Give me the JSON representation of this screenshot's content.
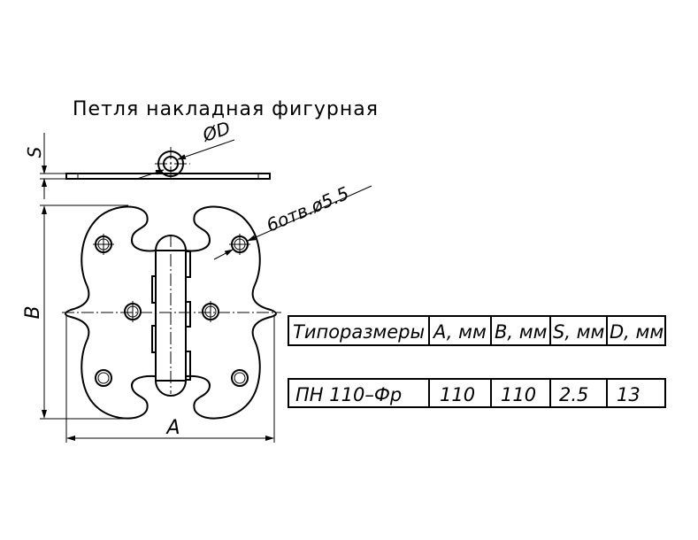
{
  "title": "Петля накладная фигурная",
  "labels": {
    "s": "S",
    "d": "ØD",
    "b": "B",
    "a": "A",
    "holes": "6отв.ø5.5"
  },
  "table": {
    "headers": [
      "Типоразмеры",
      "A, мм",
      "B, мм",
      "S, мм",
      "D, мм"
    ],
    "row": [
      "ПН 110–Фр",
      "110",
      "110",
      "2.5",
      "13"
    ]
  }
}
